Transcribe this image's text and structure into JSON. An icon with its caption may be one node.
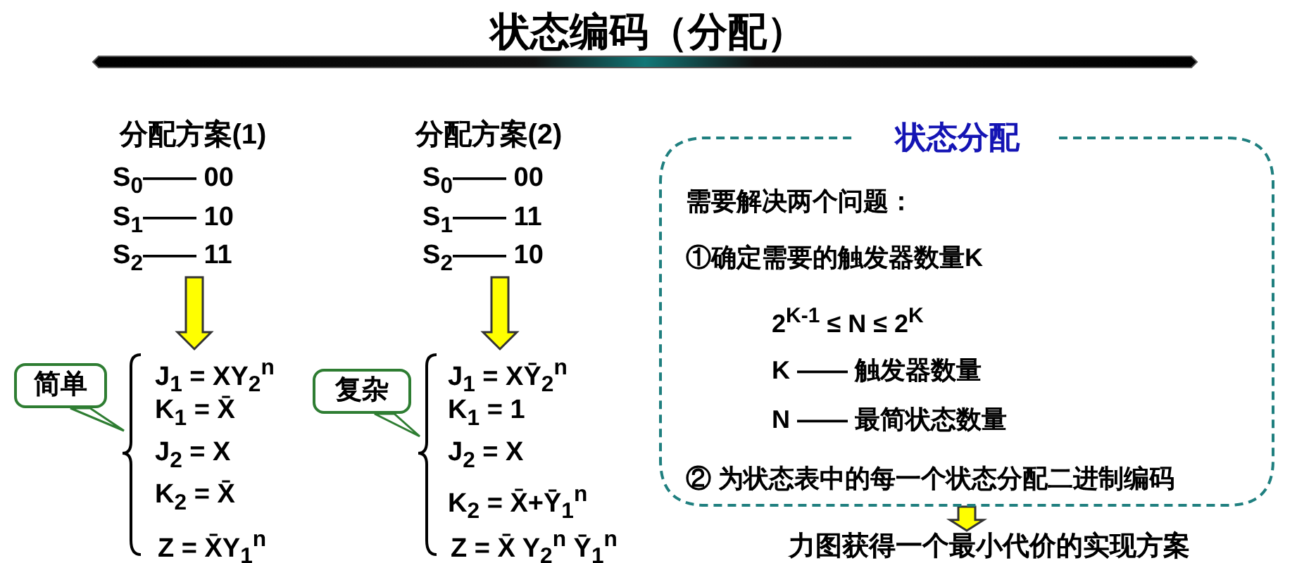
{
  "diagram": {
    "title": "状态编码（分配）",
    "nodes": [
      {
        "text": [
          "分配方案(1)",
          "S$_{0}$—— 00",
          "S$_{1}$—— 10",
          "S$_{2}$—— 11"
        ]
      },
      {
        "text": [
          "J$_{1}$ = XY$_{2}$$^{n}$",
          "K$_{1}$ = X̄",
          "J$_{2}$ = X",
          "K$_{2}$ = X̄",
          "Z = X̄Y$_{1}$$^{n}$"
        ]
      },
      {
        "text": [
          "简单"
        ]
      },
      {
        "text": [
          "分配方案(2)",
          "S$_{0}$—— 00",
          "S$_{1}$—— 11",
          "S$_{2}$—— 10"
        ]
      },
      {
        "text": [
          "J$_{1}$ = XȲ$_{2}$$^{n}$",
          "K$_{1}$ = 1",
          "J$_{2}$ = X",
          "K$_{2}$ = X̄+Ȳ$_{1}$$^{n}$",
          "Z = X̄ Y$_{2}$$^{n}$ Ȳ$_{1}$$^{n}$"
        ]
      },
      {
        "text": [
          "复杂"
        ]
      },
      {
        "text": [
          "状态分配",
          "需要解决两个问题：",
          "①确定需要的触发器数量K",
          "2$^{K-1}$ ≤ N ≤ 2$^{K}$",
          "K —— 触发器数量",
          "N —— 最简状态数量",
          "② 为状态表中的每一个状态分配二进制编码"
        ]
      },
      {
        "text": [
          "力图获得一个最小代价的实现方案"
        ]
      }
    ],
    "edges": [
      {
        "from": 0,
        "to": 1,
        "arrow": "to"
      },
      {
        "from": 3,
        "to": 4,
        "arrow": "to"
      },
      {
        "from": 6,
        "to": 7,
        "arrow": "to"
      },
      {
        "from": 2,
        "to": 1,
        "arrow": "none",
        "color": "#2e7d32"
      },
      {
        "from": 5,
        "to": 4,
        "arrow": "none",
        "color": "#2e7d32"
      }
    ]
  }
}
